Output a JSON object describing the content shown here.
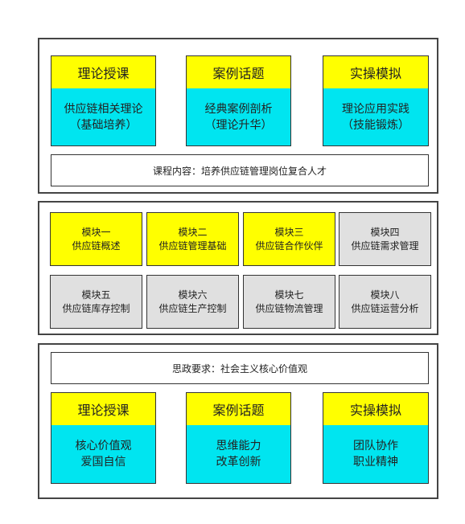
{
  "top": {
    "cards": [
      {
        "header": "理论授课",
        "line1": "供应链相关理论",
        "line2": "（基础培养）"
      },
      {
        "header": "案例话题",
        "line1": "经典案例剖析",
        "line2": "（理论升华）"
      },
      {
        "header": "实操模拟",
        "line1": "理论应用实践",
        "line2": "（技能锻炼）"
      }
    ],
    "footer": "课程内容：培养供应链管理岗位复合人才"
  },
  "middle": {
    "modules": [
      {
        "title": "模块一",
        "subtitle": "供应链概述",
        "color": "#ffff00"
      },
      {
        "title": "模块二",
        "subtitle": "供应链管理基础",
        "color": "#ffff00"
      },
      {
        "title": "模块三",
        "subtitle": "供应链合作伙伴",
        "color": "#ffff00"
      },
      {
        "title": "模块四",
        "subtitle": "供应链需求管理",
        "color": "#e0e0e0"
      },
      {
        "title": "模块五",
        "subtitle": "供应链库存控制",
        "color": "#e0e0e0"
      },
      {
        "title": "模块六",
        "subtitle": "供应链生产控制",
        "color": "#e0e0e0"
      },
      {
        "title": "模块七",
        "subtitle": "供应链物流管理",
        "color": "#e0e0e0"
      },
      {
        "title": "模块八",
        "subtitle": "供应链运营分析",
        "color": "#e0e0e0"
      }
    ]
  },
  "bottom": {
    "header": "思政要求：社会主义核心价值观",
    "cards": [
      {
        "header": "理论授课",
        "line1": "核心价值观",
        "line2": "爱国自信"
      },
      {
        "header": "案例话题",
        "line1": "思维能力",
        "line2": "改革创新"
      },
      {
        "header": "实操模拟",
        "line1": "团队协作",
        "line2": "职业精神"
      }
    ]
  },
  "colors": {
    "highlight": "#ffff00",
    "body": "#00e5f0",
    "inactive": "#e0e0e0"
  }
}
